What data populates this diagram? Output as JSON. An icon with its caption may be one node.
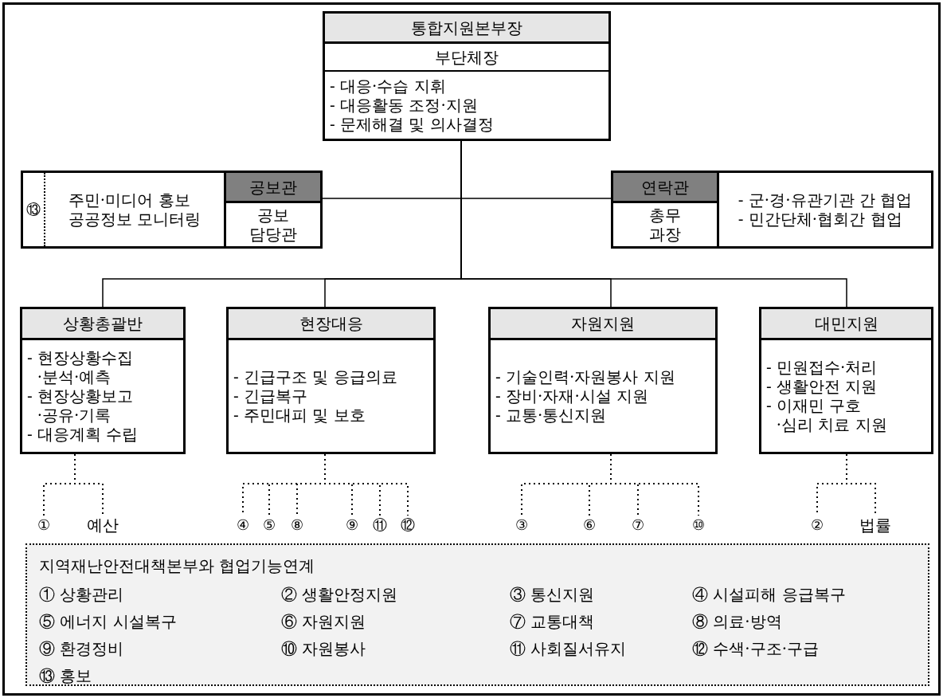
{
  "diagram": {
    "nodes": [
      {
        "text": [
          "통합지원본부장",
          "부단체장",
          "- 대응·수습 지휘",
          "- 대응활동 조정·지원",
          "- 문제해결 및 의사결정"
        ]
      },
      {
        "text": [
          "⑬",
          "주민·미디어 홍보",
          "공공정보 모니터링"
        ]
      },
      {
        "text": [
          "공보관",
          "공보 담당관"
        ]
      },
      {
        "text": [
          "연락관",
          "총무 과장"
        ]
      },
      {
        "text": [
          "- 군·경·유관기관 간 협업",
          "- 민간단체·협회간 협업"
        ]
      },
      {
        "text": [
          "상황총괄반",
          "- 현장상황수집 ·분석·예측",
          "- 현장상황보고 ·공유·기록",
          "- 대응계획 수립"
        ]
      },
      {
        "text": [
          "현장대응",
          "- 긴급구조 및 응급의료",
          "- 긴급복구",
          "- 주민대피 및 보호"
        ]
      },
      {
        "text": [
          "자원지원",
          "- 기술인력·자원봉사 지원",
          "- 장비·자재·시설 지원",
          "- 교통·통신지원"
        ]
      },
      {
        "text": [
          "대민지원",
          "- 민원접수·처리",
          "- 생활안전 지원",
          "- 이재민 구호 ·심리 치료 지원"
        ]
      },
      {
        "text": [
          "①"
        ]
      },
      {
        "text": [
          "예산"
        ]
      },
      {
        "text": [
          "④"
        ]
      },
      {
        "text": [
          "⑤"
        ]
      },
      {
        "text": [
          "⑧"
        ]
      },
      {
        "text": [
          "⑨"
        ]
      },
      {
        "text": [
          "⑪"
        ]
      },
      {
        "text": [
          "⑫"
        ]
      },
      {
        "text": [
          "③"
        ]
      },
      {
        "text": [
          "⑥"
        ]
      },
      {
        "text": [
          "⑦"
        ]
      },
      {
        "text": [
          "⑩"
        ]
      },
      {
        "text": [
          "②"
        ]
      },
      {
        "text": [
          "법률"
        ]
      },
      {
        "text": [
          "지역재난안전대책본부와 협업기능연계",
          "① 상황관리",
          "② 생활안정지원",
          "③ 통신지원",
          "④ 시설피해 응급복구",
          "⑤ 에너지 시설복구",
          "⑥ 자원지원",
          "⑦ 교통대책",
          "⑧ 의료·방역",
          "⑨ 환경정비",
          "⑩ 자원봉사",
          "⑪ 사회질서유지",
          "⑫ 수색·구조·구급",
          "⑬ 홍보"
        ]
      }
    ],
    "edges": [
      {
        "from": 0,
        "to": 2,
        "arrow": "none"
      },
      {
        "from": 0,
        "to": 3,
        "arrow": "none"
      },
      {
        "from": 0,
        "to": 5,
        "arrow": "none"
      },
      {
        "from": 0,
        "to": 6,
        "arrow": "none"
      },
      {
        "from": 0,
        "to": 7,
        "arrow": "none"
      },
      {
        "from": 0,
        "to": 8,
        "arrow": "none"
      },
      {
        "from": 5,
        "to": 9,
        "arrow": "none",
        "style": "dashed"
      },
      {
        "from": 5,
        "to": 10,
        "arrow": "none",
        "style": "dashed"
      },
      {
        "from": 6,
        "to": 11,
        "arrow": "none",
        "style": "dashed"
      },
      {
        "from": 6,
        "to": 12,
        "arrow": "none",
        "style": "dashed"
      },
      {
        "from": 6,
        "to": 13,
        "arrow": "none",
        "style": "dashed"
      },
      {
        "from": 6,
        "to": 14,
        "arrow": "none",
        "style": "dashed"
      },
      {
        "from": 6,
        "to": 15,
        "arrow": "none",
        "style": "dashed"
      },
      {
        "from": 6,
        "to": 16,
        "arrow": "none",
        "style": "dashed"
      },
      {
        "from": 7,
        "to": 17,
        "arrow": "none",
        "style": "dashed"
      },
      {
        "from": 7,
        "to": 18,
        "arrow": "none",
        "style": "dashed"
      },
      {
        "from": 7,
        "to": 19,
        "arrow": "none",
        "style": "dashed"
      },
      {
        "from": 7,
        "to": 20,
        "arrow": "none",
        "style": "dashed"
      },
      {
        "from": 8,
        "to": 21,
        "arrow": "none",
        "style": "dashed"
      },
      {
        "from": 8,
        "to": 22,
        "arrow": "none",
        "style": "dashed"
      }
    ]
  }
}
